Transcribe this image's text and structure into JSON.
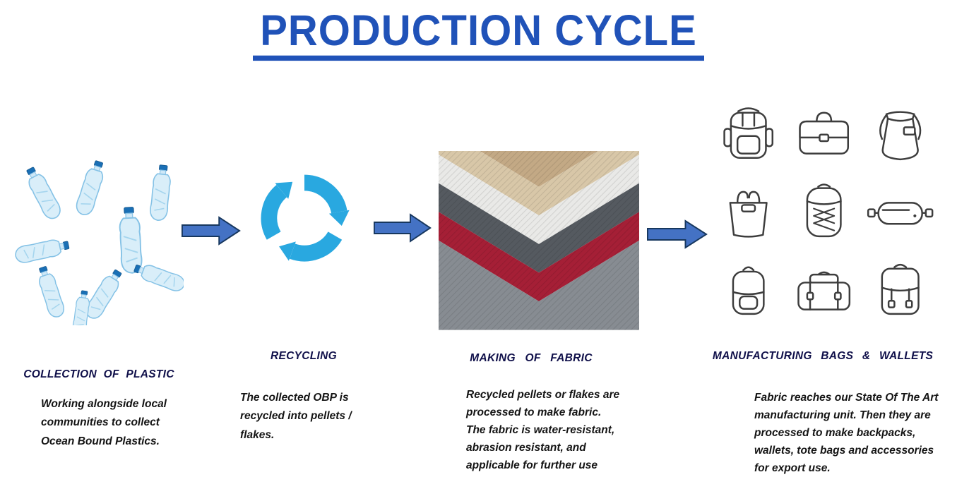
{
  "title": "PRODUCTION CYCLE",
  "colors": {
    "title_blue": "#2052b8",
    "arrow_fill": "#4472c4",
    "arrow_border": "#17375e",
    "recycle_blue": "#29a8e0",
    "heading_text": "#10104a",
    "body_text": "#141414"
  },
  "stages": [
    {
      "label": "COLLECTION OF PLASTIC",
      "description": "Working alongside local communities to collect Ocean Bound Plastics.",
      "image": "plastic-bottles-illustration"
    },
    {
      "label": "RECYCLING",
      "description": "The collected OBP is recycled into pellets / flakes.",
      "image": "recycling-symbol"
    },
    {
      "label": "MAKING OF FABRIC",
      "description": "Recycled pellets or flakes are processed to make fabric. The fabric is water-resistant, abrasion resistant, and applicable for further use",
      "image": "fabric-swatch-stack"
    },
    {
      "label": "MANUFACTURING BAGS & WALLETS",
      "description": "Fabric reaches our State Of The Art manufacturing unit. Then they are processed to make backpacks, wallets, tote bags and accessories for export use.",
      "image": "bag-sketches-grid",
      "bag_icons": [
        "tactical-backpack",
        "messenger-bag",
        "drawstring-bag",
        "tote-bag",
        "laced-backpack",
        "waist-pack",
        "small-backpack",
        "duffel-bag",
        "rucksack"
      ]
    }
  ],
  "arrows": [
    "flow-arrow-1",
    "flow-arrow-2",
    "flow-arrow-3"
  ]
}
